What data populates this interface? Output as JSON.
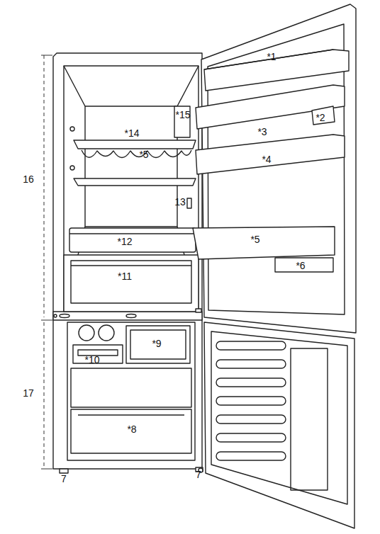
{
  "diagram": {
    "labels": [
      "*1",
      "*15",
      "*2",
      "*14",
      "*3",
      "*5",
      "*4",
      "16",
      "13",
      "*12",
      "*5",
      "*11",
      "*6",
      "*9",
      "*10",
      "17",
      "*8",
      "7",
      "7"
    ]
  }
}
